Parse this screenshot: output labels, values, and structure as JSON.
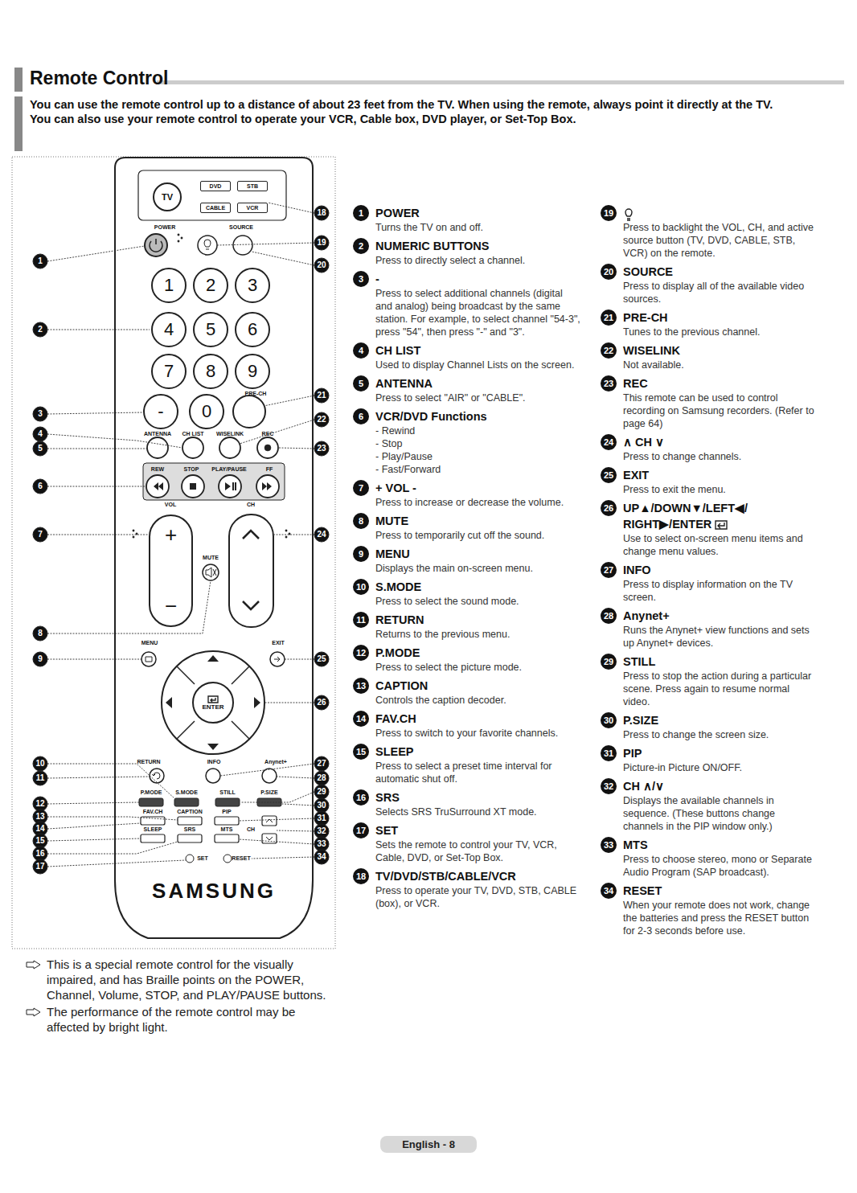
{
  "diagram": {
    "title": "Remote Control",
    "nodes": [
      {
        "text": [
          "SAMSUNG"
        ]
      },
      {
        "text": [
          "TV"
        ],
        "in": 0
      },
      {
        "text": [
          "DVD"
        ],
        "in": 0
      },
      {
        "text": [
          "STB"
        ],
        "in": 0
      },
      {
        "text": [
          "CABLE"
        ],
        "in": 0
      },
      {
        "text": [
          "VCR"
        ],
        "in": 0
      },
      {
        "text": [
          "1"
        ],
        "in": 0
      },
      {
        "text": [
          "2"
        ],
        "in": 0
      },
      {
        "text": [
          "3"
        ],
        "in": 0
      },
      {
        "text": [
          "4"
        ],
        "in": 0
      },
      {
        "text": [
          "5"
        ],
        "in": 0
      },
      {
        "text": [
          "6"
        ],
        "in": 0
      },
      {
        "text": [
          "7"
        ],
        "in": 0
      },
      {
        "text": [
          "8"
        ],
        "in": 0
      },
      {
        "text": [
          "9"
        ],
        "in": 0
      },
      {
        "text": [
          "-"
        ],
        "in": 0
      },
      {
        "text": [
          "0"
        ],
        "in": 0
      },
      {
        "text": [
          "+",
          "−"
        ],
        "in": 0
      },
      {
        "text": [
          "ENTER"
        ],
        "in": 0
      }
    ],
    "labels": [
      "You can use the remote control up to a distance of about 23 feet from the TV. When using the remote, always point it directly at the TV. You can also use your remote control to operate your VCR, Cable box, DVD player, or Set-Top Box.",
      "POWER",
      "SOURCE",
      "PRE-CH",
      "ANTENNA",
      "CH LIST",
      "WISELINK",
      "REC",
      "REW",
      "STOP",
      "PLAY/PAUSE",
      "FF",
      "VOL",
      "CH",
      "MUTE",
      "MENU",
      "EXIT",
      "RETURN",
      "INFO",
      "Anynet+",
      "P.MODE",
      "S.MODE",
      "STILL",
      "P.SIZE",
      "FAV.CH",
      "CAPTION",
      "PIP",
      "SLEEP",
      "SRS",
      "MTS",
      "CH",
      "SET",
      "RESET",
      "1",
      "2",
      "3",
      "4",
      "5",
      "6",
      "7",
      "8",
      "9",
      "10",
      "11",
      "12",
      "13",
      "14",
      "15",
      "16",
      "17",
      "18",
      "19",
      "20",
      "21",
      "22",
      "23",
      "24",
      "25",
      "26",
      "27",
      "28",
      "29",
      "30",
      "31",
      "32",
      "33",
      "34",
      "1",
      "POWER",
      "Turns the TV on and off.",
      "2",
      "NUMERIC BUTTONS",
      "Press to directly select a channel.",
      "3",
      "-",
      "Press to select additional channels (digital and analog) being broadcast by the same station. For example, to select channel \"54-3\", press \"54\", then press \"-\" and \"3\".",
      "4",
      "CH LIST",
      "Used to display Channel Lists on the screen.",
      "5",
      "ANTENNA",
      "Press to select \"AIR\" or \"CABLE\".",
      "6",
      "VCR/DVD Functions",
      "- Rewind",
      "- Stop",
      "- Play/Pause",
      "- Fast/Forward",
      "7",
      "+ VOL -",
      "Press to increase or decrease the volume.",
      "8",
      "MUTE",
      "Press to temporarily cut off the sound.",
      "9",
      "MENU",
      "Displays the main on-screen menu.",
      "10",
      "S.MODE",
      "Press to select the sound mode.",
      "11",
      "RETURN",
      "Returns to the previous menu.",
      "12",
      "P.MODE",
      "Press to select the picture mode.",
      "13",
      "CAPTION",
      "Controls the caption decoder.",
      "14",
      "FAV.CH",
      "Press to switch to your favorite channels.",
      "15",
      "SLEEP",
      "Press to select a preset time interval for automatic shut off.",
      "16",
      "SRS",
      "Selects SRS TruSurround XT mode.",
      "17",
      "SET",
      "Sets the remote to control your TV, VCR, Cable, DVD, or Set-Top Box.",
      "18",
      "TV/DVD/STB/CABLE/VCR",
      "Press to operate your TV, DVD, STB, CABLE (box), or VCR.",
      "19",
      "Press to backlight the VOL, CH, and active source button (TV, DVD, CABLE, STB, VCR) on the remote.",
      "20",
      "SOURCE",
      "Press to display all of the available video sources.",
      "21",
      "PRE-CH",
      "Tunes to the previous channel.",
      "22",
      "WISELINK",
      "Not available.",
      "23",
      "REC",
      "This remote can be used to control recording on Samsung recorders. (Refer to page 64)",
      "24",
      "∧ CH ∨",
      "Press to change channels.",
      "25",
      "EXIT",
      "Press to exit the menu.",
      "26",
      "UP▲/DOWN▼/LEFT◀/ RIGHT▶/ENTER",
      "Use to select on-screen menu items and change menu values.",
      "27",
      "INFO",
      "Press to display information on the TV screen.",
      "28",
      "Anynet+",
      "Runs the Anynet+ view functions and sets up Anynet+ devices.",
      "29",
      "STILL",
      "Press to stop the action during a particular scene. Press again to resume normal video.",
      "30",
      "P.SIZE",
      "Press to change the screen size.",
      "31",
      "PIP",
      "Picture-in Picture ON/OFF.",
      "32",
      "CH ∧/∨",
      "Displays the available channels in sequence. (These buttons change channels in the PIP window only.)",
      "33",
      "MTS",
      "Press to choose stereo, mono or Separate Audio Program (SAP broadcast).",
      "34",
      "RESET",
      "When your remote does not work, change the batteries and press the RESET button for 2-3 seconds before use.",
      "This is a special remote control for the visually impaired, and has Braille points on the POWER, Channel, Volume, STOP, and PLAY/PAUSE buttons.",
      "The performance of the remote control may be affected by bright light.",
      "English - 8"
    ]
  }
}
